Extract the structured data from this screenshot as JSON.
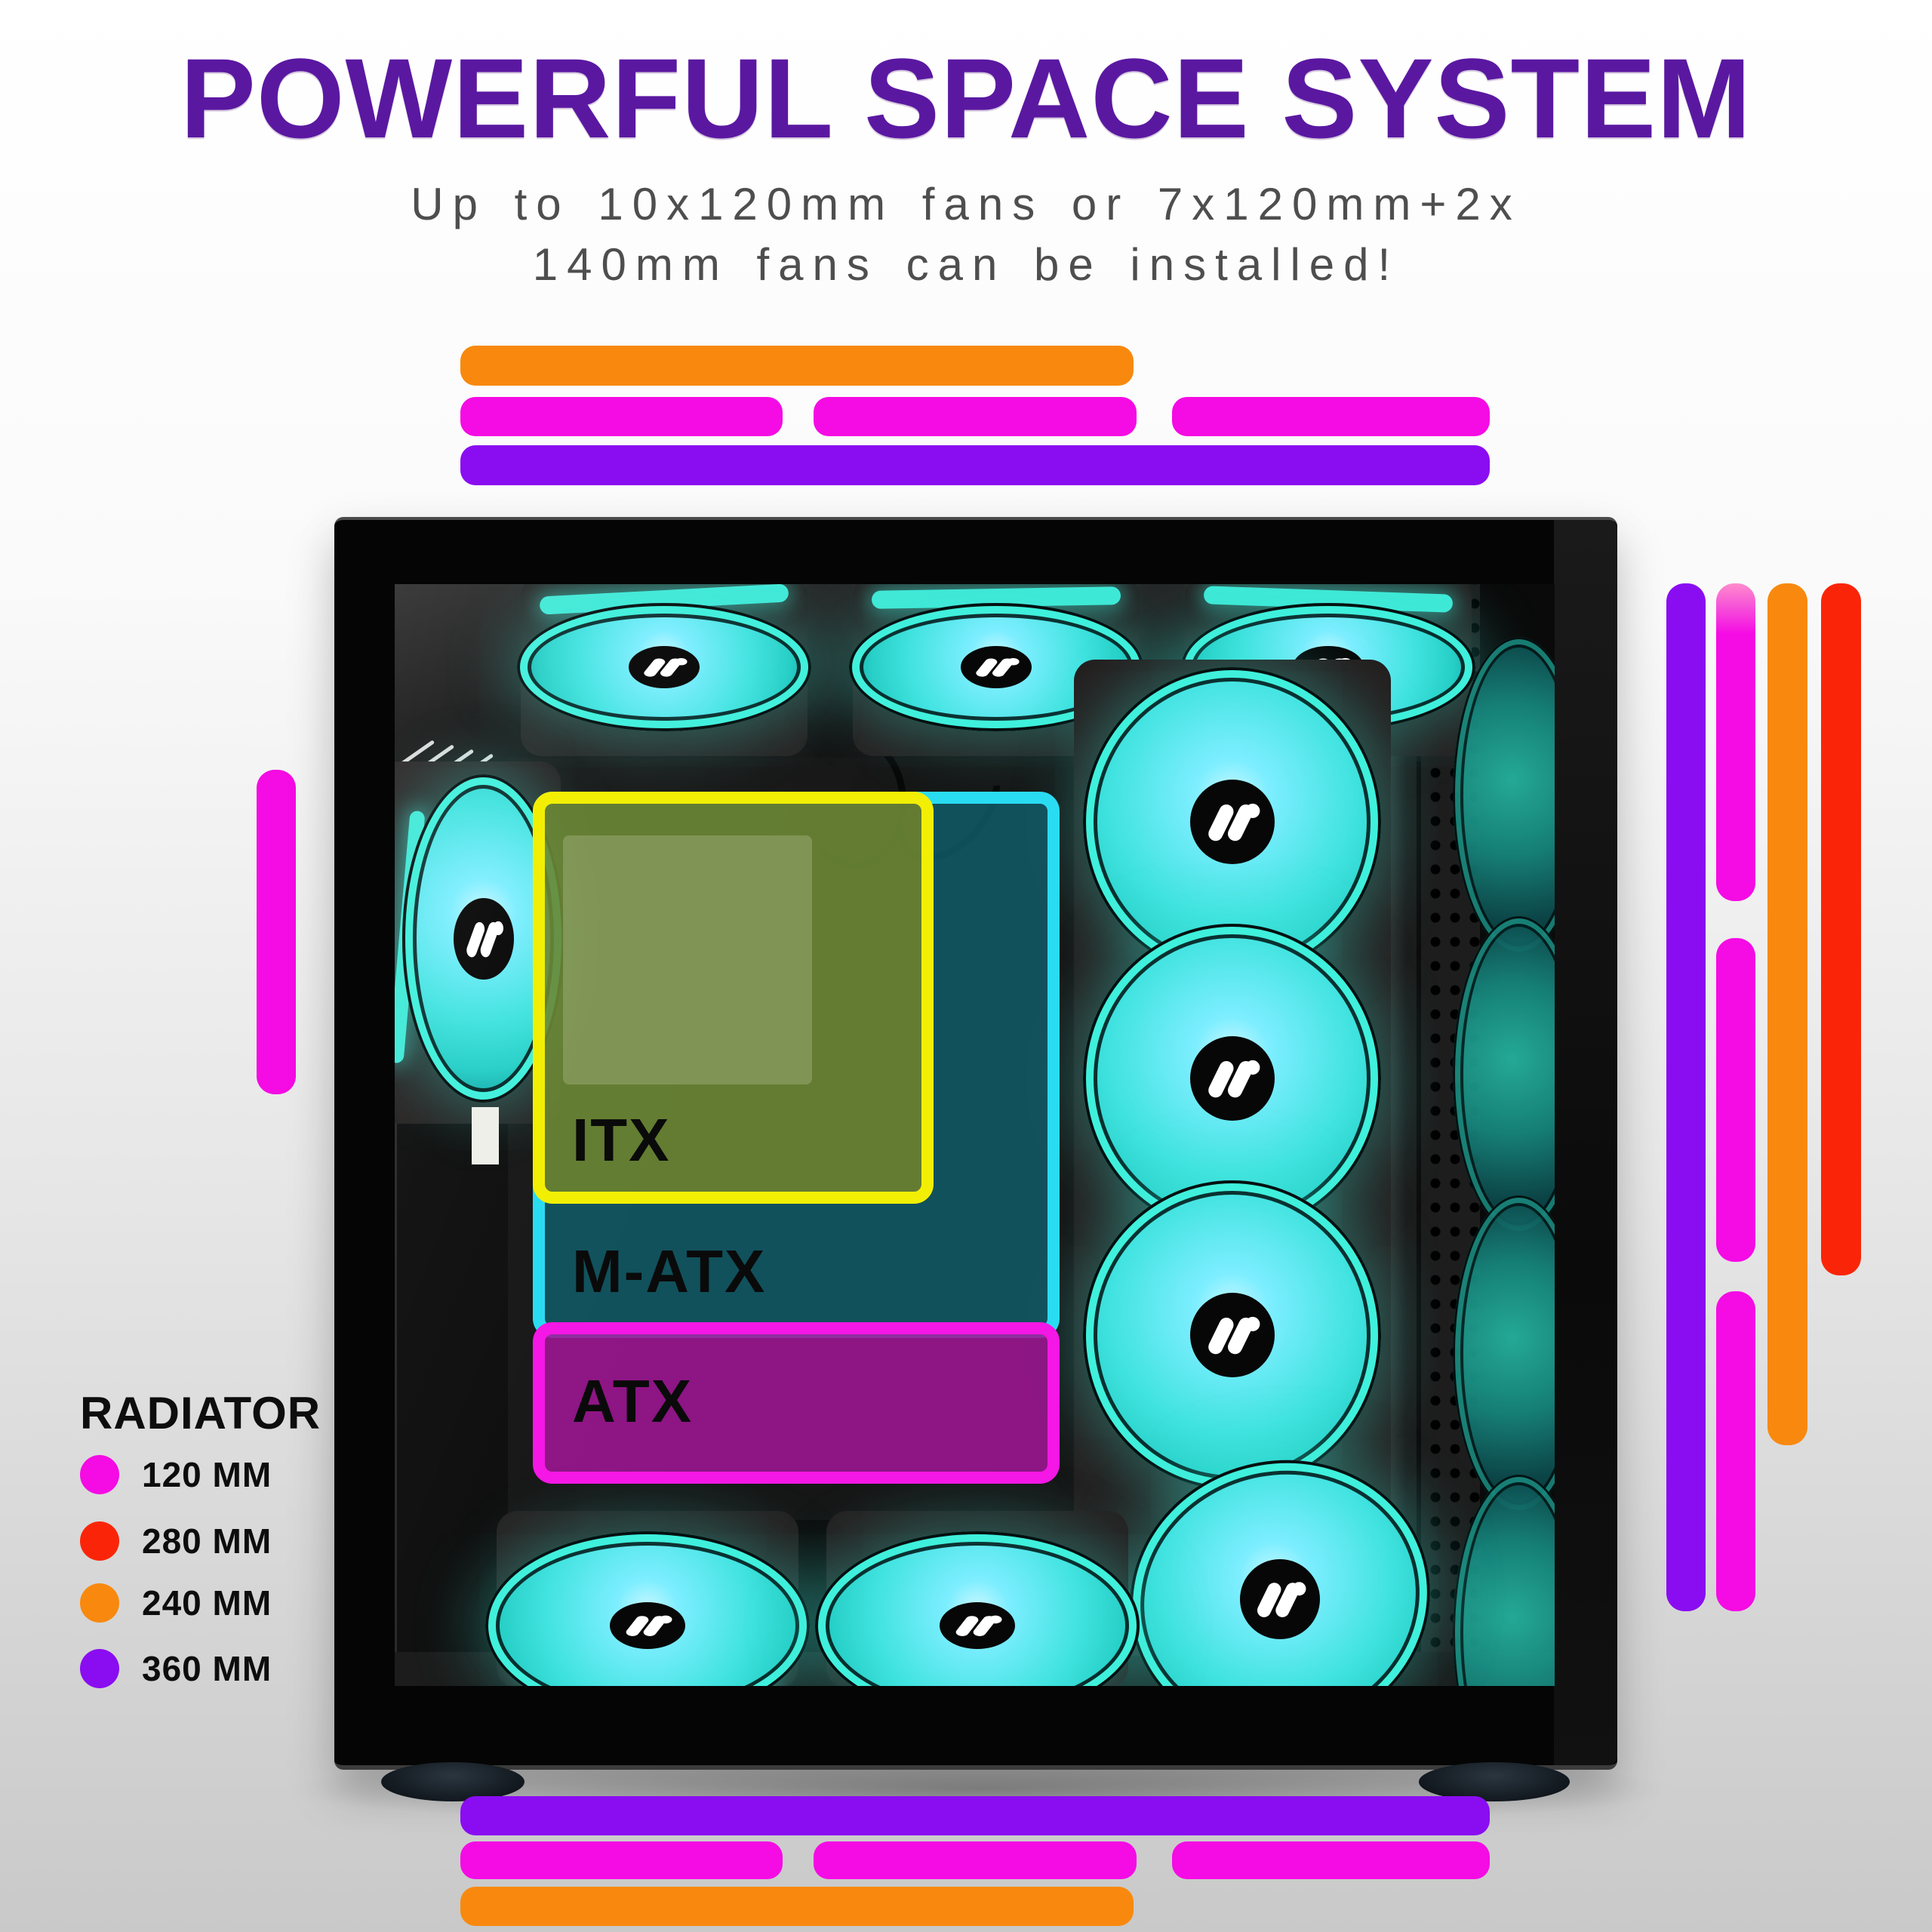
{
  "header": {
    "title": "POWERFUL SPACE SYSTEM",
    "title_color": "#5a18a1",
    "subtitle_line1": "Up to 10x120mm fans or 7x120mm+2x",
    "subtitle_line2": "140mm fans can be installed!"
  },
  "legend": {
    "title": "RADIATOR",
    "items": [
      {
        "label": "120 MM",
        "color": "#f50be4"
      },
      {
        "label": "280 MM",
        "color": "#fa2508"
      },
      {
        "label": "240 MM",
        "color": "#f8890e"
      },
      {
        "label": "360 MM",
        "color": "#8a0df1"
      }
    ]
  },
  "case": {
    "labels": {
      "itx": "ITX",
      "matx": "M-ATX",
      "atx": "ATX"
    },
    "overlay_colors": {
      "itx_border": "#f2ef04",
      "matx_border": "#2adcf2",
      "atx_border": "#f517e5"
    },
    "fan_glow_color": "#3ff0dc"
  },
  "icons": {
    "fan_hub_logo": "w-mark"
  },
  "radiator_bars": {
    "top": [
      {
        "row": 1,
        "size": "240 MM",
        "color": "#f8890e",
        "segments": 1
      },
      {
        "row": 2,
        "size": "120 MM",
        "color": "#f50be4",
        "segments": 3
      },
      {
        "row": 3,
        "size": "360 MM",
        "color": "#8a0df1",
        "segments": 1
      }
    ],
    "bottom": [
      {
        "row": 1,
        "size": "360 MM",
        "color": "#8a0df1",
        "segments": 1
      },
      {
        "row": 2,
        "size": "120 MM",
        "color": "#f50be4",
        "segments": 3
      },
      {
        "row": 3,
        "size": "240 MM",
        "color": "#f8890e",
        "segments": 1
      }
    ],
    "left": [
      {
        "size": "120 MM",
        "color": "#f50be4",
        "segments": 1
      }
    ],
    "right": [
      {
        "size": "360 MM",
        "color": "#8a0df1",
        "segments": 1
      },
      {
        "size": "120 MM",
        "color": "#f50be4",
        "segments": 3
      },
      {
        "size": "240 MM",
        "color": "#f8890e",
        "segments": 1
      },
      {
        "size": "280 MM",
        "color": "#fa2508",
        "segments": 1
      }
    ]
  }
}
